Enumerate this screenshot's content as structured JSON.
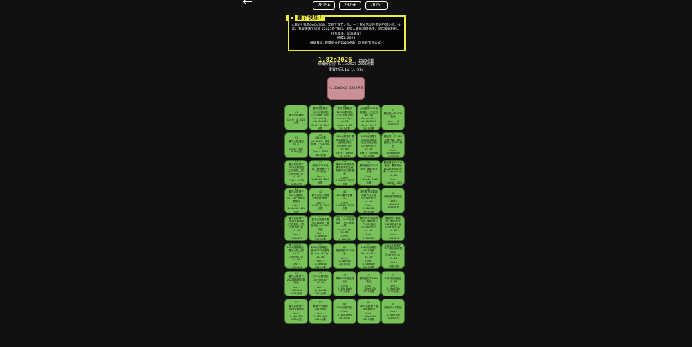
{
  "nav": {
    "back_label": "←"
  },
  "tabs": [
    "2025A",
    "2025B",
    "2025C"
  ],
  "banner": {
    "title": "春节快乐!",
    "line1": "大家好! 我是QqQe308。又到了春节之际。一个贺岁活动还是必不可少的。今年，我又带来了这款《2025春节树》，希望大家能玩得愉快，新年顺顺利利，红包多多，财源滚滚!",
    "line2": "层级1: 2025",
    "line3": "层级目标: 获得更多的2025点数，改善春节点公式!"
  },
  "points": {
    "value": "1.82e2026",
    "unit": "2025点数"
  },
  "rate": "你每秒获得 3.11e2027 2025点数",
  "reset_time": "重置时间:1m 11.57s",
  "prestige": {
    "text": "+1.11e2026 2025点数"
  },
  "upgrades": [
    {
      "id": "11",
      "desc": "春节点数翻倍",
      "cost": "Cost: 4 2025点数"
    },
    {
      "id": "12",
      "desc": "春节点数基于2025点数增加 (已达到极上限) Currently: x1.00e2026",
      "cost": "Cost: 6 2025点数"
    },
    {
      "id": "13",
      "desc": "春节点数基于2025点数增加 (已达到极上限) Currently: x1.58",
      "cost": "Cost: 2.28 2025点数"
    },
    {
      "id": "14",
      "desc": "点数基于2025点数增加 (已达到极上限) Currently: x1.00e2026",
      "cost": "Cost: 2.29 2025点数"
    },
    {
      "id": "15",
      "desc": "解锁第一个2025挑战",
      "cost": "Cost: 40 2025点数"
    },
    {
      "id": "21",
      "desc": "春节点数增加x1.2",
      "cost": "Cost: 900 2025点数"
    },
    {
      "id": "22",
      "desc": "2025点数x1.0021，该成就第二个2025挑战",
      "cost": "Cost: 3000 2025点数"
    },
    {
      "id": "23",
      "desc": "2025点数基于春节点数增加 (已达到极上限) Currently: x1.00",
      "cost": "Cost: 10000 2025点数"
    },
    {
      "id": "24",
      "desc": "2025点数基于2025点数增加 (已达到极上限) Currently: x1.00",
      "cost": "Cost: 400000 2025点数"
    },
    {
      "id": "25",
      "desc": "解锁第一个2025点数升级，该成就第三个2025挑战",
      "cost": "Cost: 100000000 2025点数"
    },
    {
      "id": "31",
      "desc": "春节点数基于2025点数增加 (已达到极上限) Currently: x1.00",
      "cost": "Cost: 1e20 2025点数"
    },
    {
      "id": "32",
      "desc": "解锁2025升级11，解锁第三个2025升级",
      "cost": "Cost: 1.00e25 2025点数"
    },
    {
      "id": "33",
      "desc": "降低2025挑战的需求倍率并允许实现2025点数增加",
      "cost": "Cost: 1.00e30 2025点数"
    },
    {
      "id": "34",
      "desc": "解锁第五个2025挑战，解锁更多升级",
      "cost": "Cost: 1.00e40 2025点数"
    },
    {
      "id": "35",
      "desc": "解锁第五个2025挑战，基于升级数量增加2025点数 Currently: x1.00",
      "cost": "Cost: 1.00e50 2025点数"
    },
    {
      "id": "41",
      "desc": "春节点数基于2025点数增加，\"链\"升级效果提升",
      "cost": "Cost: 1.00e60 2025点数"
    },
    {
      "id": "42",
      "desc": "春节点数上限提升至1e5000",
      "cost": "Cost: 1.00e70 2025点数"
    },
    {
      "id": "43",
      "desc": "2025春节效果^1.2",
      "cost": "Cost: 1.00e80 2025点数"
    },
    {
      "id": "44",
      "desc": "基于春节点数增加春节点上限 Currently: x1.00",
      "cost": "Cost: 1.00e100 2025点数"
    },
    {
      "id": "45",
      "desc": "解锁两个新挑战",
      "cost": "Cost: 1.00e120 2025点数"
    },
    {
      "id": "51",
      "desc": "春节点数基于2025点数增加 (已达到极上限) Currently: x1.00",
      "cost": "Cost: 1.00e150 2025点数"
    },
    {
      "id": "52",
      "desc": "春节点数基于春节点数增加，解锁每日一个2025升级",
      "cost": "Cost: 1.00e200 2025点数"
    },
    {
      "id": "53",
      "desc": "降低2025挑战的目标，2025点数增加 (已达到极上限) Currently: x1.00",
      "cost": "Cost: 1.00e250 2025点数"
    },
    {
      "id": "54",
      "desc": "降低2025挑战的目标，解锁第五个2025挑战 Currently: x1.00",
      "cost": "Cost: 1.00e300 2025点数"
    },
    {
      "id": "55",
      "desc": "解锁两个新挑战，解锁更多2025挑战升级 Currently: x1.00",
      "cost": "Cost: 1.00e350 2025点数"
    },
    {
      "id": "61",
      "desc": "春节点数基于2025点数增加，春节点数上限x1.2 Currently: x1.00",
      "cost": "Cost: 1.00e400 2025点数"
    },
    {
      "id": "62",
      "desc": "2025点数增加，基于2025点数增加 Currently: x1.00",
      "cost": "Cost: 1.00e450 2025点数"
    },
    {
      "id": "63",
      "desc": "解锁新的2025升级",
      "cost": "Cost: 1.00e500 2025点数"
    },
    {
      "id": "64",
      "desc": "2025点数增加2025点数 Currently: x1.00",
      "cost": "Cost: 1.00e600 2025点数"
    },
    {
      "id": "65",
      "desc": "2025点数基于2025挑战完成数增加 Currently: x1.00",
      "cost": "Cost: 1.00e700 2025点数"
    },
    {
      "id": "71",
      "desc": "春节点数基于2025挑战完成数增加",
      "cost": "Cost: 1.00e800 2025点数"
    },
    {
      "id": "72",
      "desc": "2025点数增加 Currently: x1.00",
      "cost": "Cost: 1.00e900 2025点数"
    },
    {
      "id": "73",
      "desc": "降低2025挑战的目标",
      "cost": "Cost: 1.00e1000 2025点数"
    },
    {
      "id": "74",
      "desc": "解锁第五个2025挑战",
      "cost": "Cost: 1.00e1100 2025点数"
    },
    {
      "id": "75",
      "desc": "2025挑战增加 x1.00",
      "cost": "Cost: 1.00e1200 2025点数"
    },
    {
      "id": "81",
      "desc": "春节点数基于2025点数增加",
      "cost": "Cost: 1.00e1300 2025点数"
    },
    {
      "id": "82",
      "desc": "解锁一个新的2025升级",
      "cost": "Cost: 1.00e1400 2025点数"
    },
    {
      "id": "83",
      "desc": "2025点数增加",
      "cost": "Cost: 1.00e1500 2025点数"
    },
    {
      "id": "84",
      "desc": "2025点数基于春节点数增加",
      "cost": "Cost: 1.00e1600 2025点数"
    },
    {
      "id": "85",
      "desc": "解锁下一个层级",
      "cost": "Cost: 1.00e1700 2025点数"
    }
  ]
}
